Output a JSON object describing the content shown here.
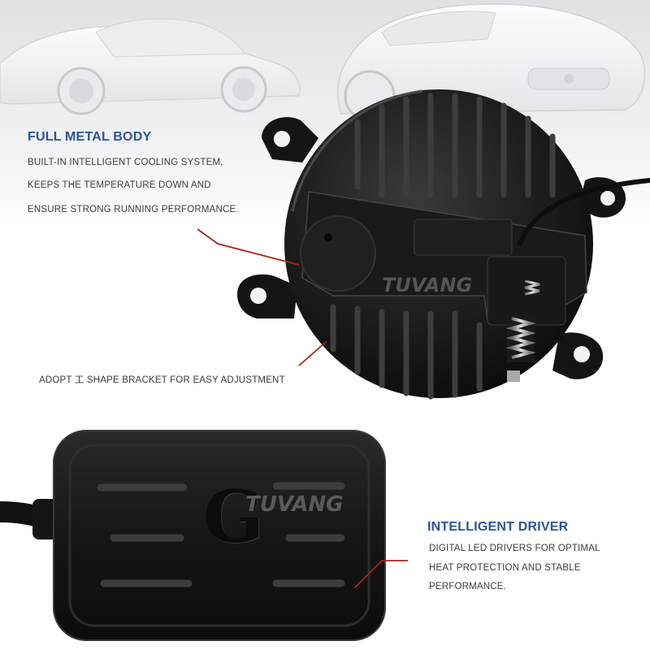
{
  "features": {
    "metal_body": {
      "title": "FULL METAL BODY",
      "lines": [
        "BUILT-IN INTELLIGENT COOLING SYSTEM,",
        "KEEPS THE TEMPERATURE DOWN AND",
        "ENSURE STRONG RUNNING PERFORMANCE."
      ]
    },
    "bracket": {
      "text": "ADOPT 工 SHAPE BRACKET FOR EASY ADJUSTMENT"
    },
    "driver": {
      "title": "INTELLIGENT DRIVER",
      "lines": [
        "DIGITAL LED DRIVERS FOR OPTIMAL",
        "HEAT PROTECTION AND STABLE",
        "PERFORMANCE."
      ]
    }
  },
  "brand": {
    "lamp_mark": "TUVANG",
    "driver_mark": "TUVANG",
    "driver_logo": "G"
  },
  "colors": {
    "heading": "#2e5296",
    "body_text": "#3b3b3b",
    "callout_line": "#a3271f",
    "product_black": "#151515"
  }
}
